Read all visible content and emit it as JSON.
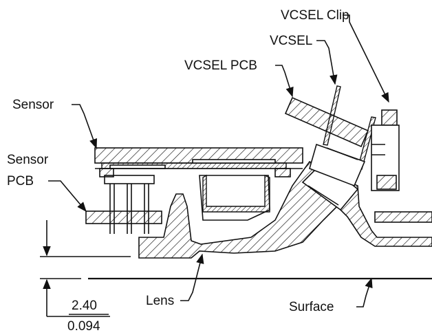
{
  "labels": {
    "vcsel_clip": "VCSEL Clip",
    "vcsel": "VCSEL",
    "vcsel_pcb": "VCSEL PCB",
    "sensor": "Sensor",
    "sensor_pcb_line1": "Sensor",
    "sensor_pcb_line2": "PCB",
    "lens": "Lens",
    "surface": "Surface"
  },
  "dimension": {
    "mm": "2.40",
    "inch": "0.094"
  }
}
